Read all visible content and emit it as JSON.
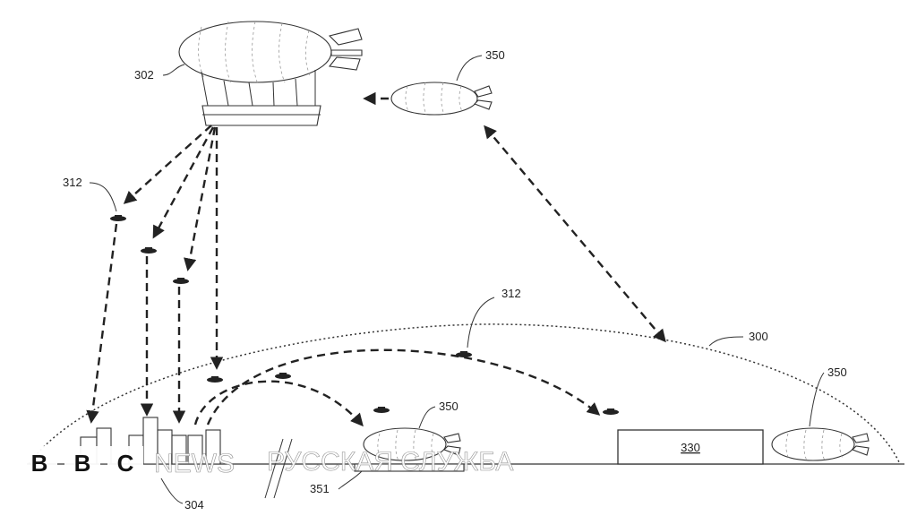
{
  "labels": {
    "airship_main": "302",
    "airship_small_top": "350",
    "drone_left": "312",
    "drone_mid": "312",
    "boundary": "300",
    "airship_ground_mid": "350",
    "airship_ground_right": "350",
    "facility": "330",
    "city": "304",
    "ground_pad": "351"
  },
  "watermark": {
    "letters": [
      "B",
      "B",
      "C"
    ],
    "news": "NEWS",
    "service": "РУССКАЯ СЛУЖБА"
  }
}
